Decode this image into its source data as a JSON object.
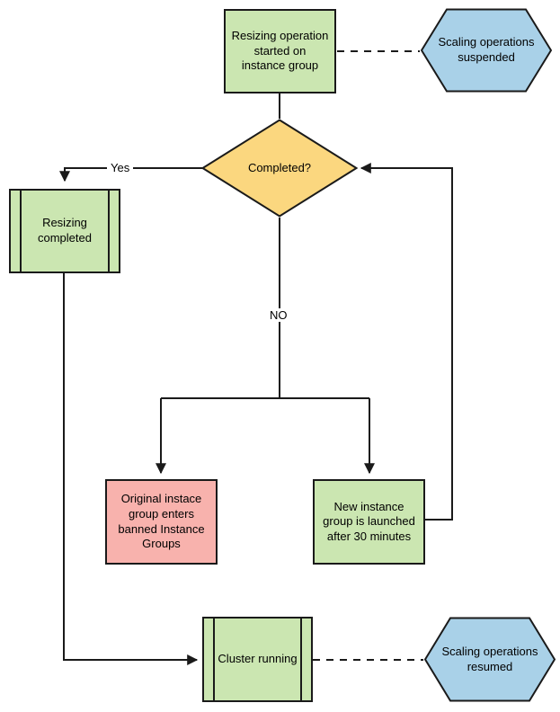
{
  "diagram": {
    "type": "flowchart",
    "nodes": {
      "resizing_start": {
        "label": "Resizing operation started on instance group",
        "shape": "process",
        "fill": "#cbe6b1"
      },
      "scaling_suspended": {
        "label": "Scaling operations suspended",
        "shape": "hexagon",
        "fill": "#a9d1e8"
      },
      "completed": {
        "label": "Completed?",
        "shape": "decision",
        "fill": "#fbd77f"
      },
      "resizing_completed": {
        "label": "Resizing completed",
        "shape": "predefined-process",
        "fill": "#cbe6b1"
      },
      "original_banned": {
        "label": "Original instace group enters banned Instance Groups",
        "shape": "process",
        "fill": "#f8b2ad"
      },
      "new_group": {
        "label": "New instance group is launched after 30 minutes",
        "shape": "process",
        "fill": "#cbe6b1"
      },
      "cluster_running": {
        "label": "Cluster running",
        "shape": "predefined-process",
        "fill": "#cbe6b1"
      },
      "scaling_resumed": {
        "label": "Scaling operations resumed",
        "shape": "hexagon",
        "fill": "#a9d1e8"
      }
    },
    "edge_labels": {
      "yes": "Yes",
      "no": "NO"
    },
    "edges": [
      {
        "from": "resizing_start",
        "to": "completed",
        "style": "solid",
        "arrow": false
      },
      {
        "from": "resizing_start",
        "to": "scaling_suspended",
        "style": "dashed",
        "arrow": false
      },
      {
        "from": "completed",
        "to": "resizing_completed",
        "style": "solid",
        "arrow": true,
        "label": "Yes"
      },
      {
        "from": "completed",
        "to": "original_banned",
        "style": "solid",
        "arrow": true,
        "label": "NO"
      },
      {
        "from": "completed",
        "to": "new_group",
        "style": "solid",
        "arrow": true,
        "label": "NO"
      },
      {
        "from": "new_group",
        "to": "completed",
        "style": "solid",
        "arrow": true
      },
      {
        "from": "resizing_completed",
        "to": "cluster_running",
        "style": "solid",
        "arrow": true
      },
      {
        "from": "cluster_running",
        "to": "scaling_resumed",
        "style": "dashed",
        "arrow": false
      }
    ],
    "colors": {
      "green": "#cbe6b1",
      "yellow": "#fbd77f",
      "pink": "#f8b2ad",
      "blue": "#a9d1e8",
      "stroke": "#1a1a1a",
      "background": "#ffffff"
    }
  }
}
